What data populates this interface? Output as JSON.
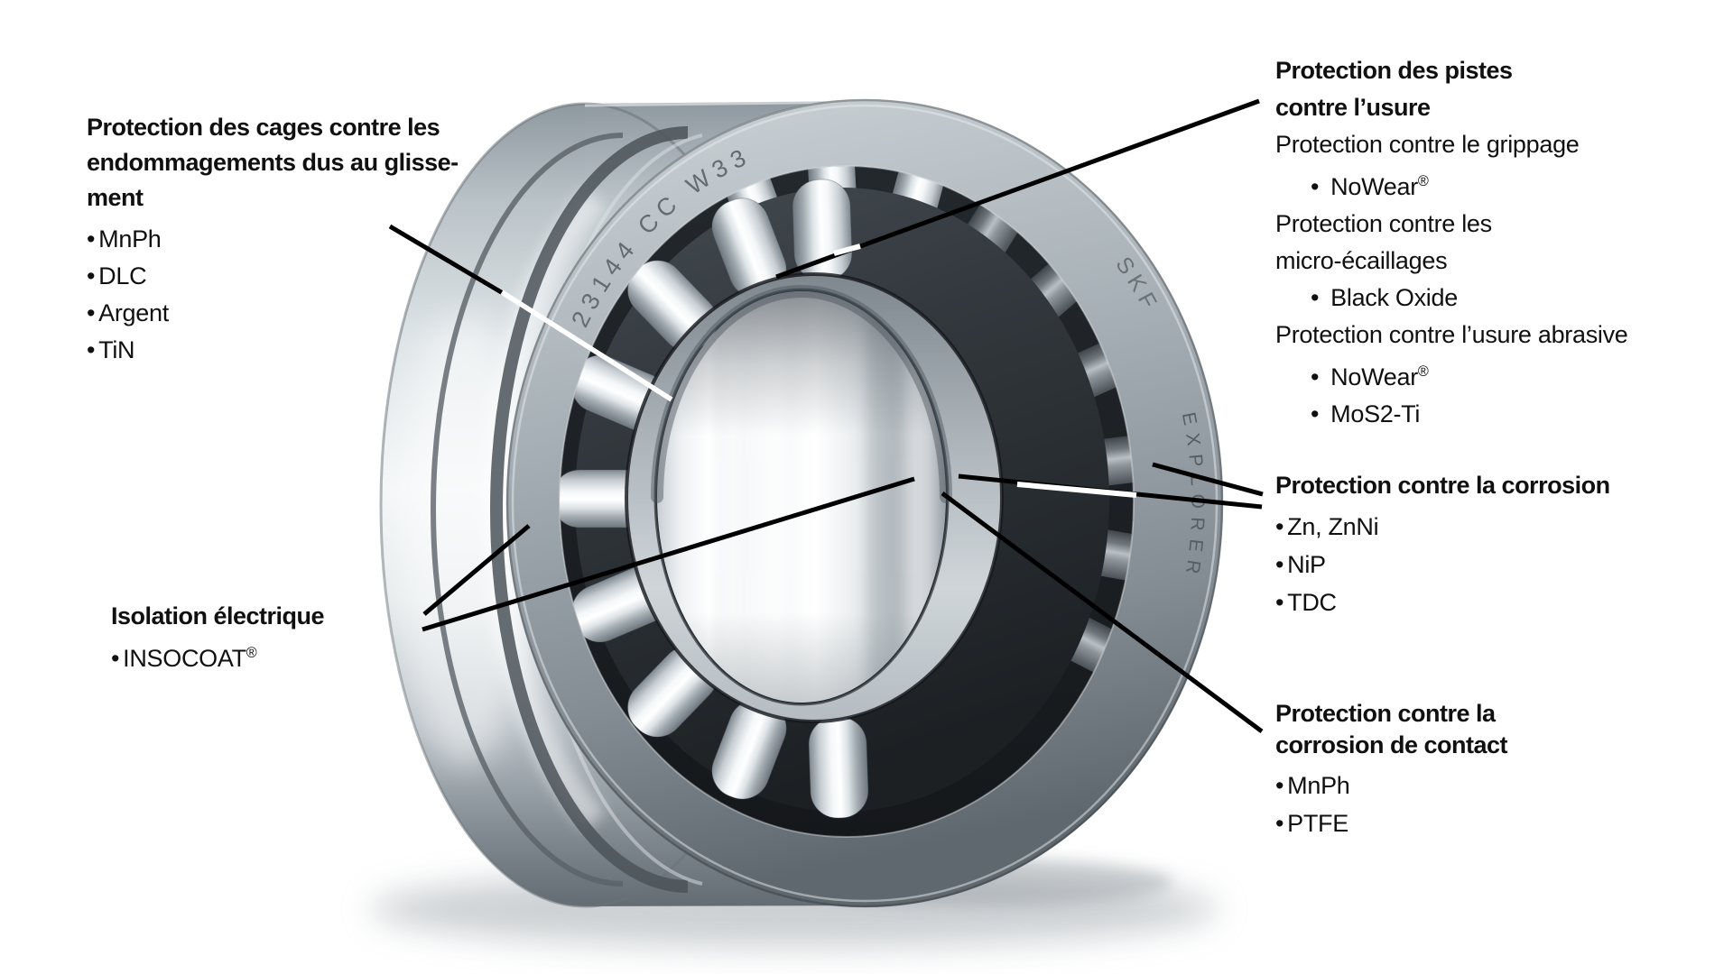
{
  "symbols": {
    "registered": "®"
  },
  "bearing": {
    "designation": "23144 CC W33",
    "brand": "SKF",
    "series": "EXPLORER"
  },
  "annotations": {
    "cages": {
      "title_lines": [
        "Protection des cages contre les",
        "endommagements dus au glisse-",
        "ment"
      ],
      "items": [
        "MnPh",
        "DLC",
        "Argent",
        "TiN"
      ]
    },
    "isolation": {
      "title": "Isolation électrique",
      "items": [
        {
          "base": "INSOCOAT",
          "registered": true
        }
      ]
    },
    "pistes": {
      "title_lines": [
        "Protection des pistes",
        "contre l’usure"
      ],
      "groups": [
        {
          "label_lines": [
            "Protection contre le grippage"
          ],
          "items": [
            {
              "base": "NoWear",
              "registered": true
            }
          ]
        },
        {
          "label_lines": [
            "Protection contre les",
            "micro-écaillages"
          ],
          "items": [
            {
              "base": "Black Oxide",
              "registered": false
            }
          ]
        },
        {
          "label_lines": [
            "Protection contre l’usure abrasive"
          ],
          "items": [
            {
              "base": "NoWear",
              "registered": true
            },
            {
              "base": "MoS2-Ti",
              "registered": false
            }
          ]
        }
      ]
    },
    "corrosion": {
      "title": "Protection contre la corrosion",
      "items": [
        "Zn, ZnNi",
        "NiP",
        "TDC"
      ]
    },
    "contact": {
      "title_lines": [
        "Protection contre la",
        "corrosion de contact"
      ],
      "items": [
        "MnPh",
        "PTFE"
      ]
    }
  }
}
